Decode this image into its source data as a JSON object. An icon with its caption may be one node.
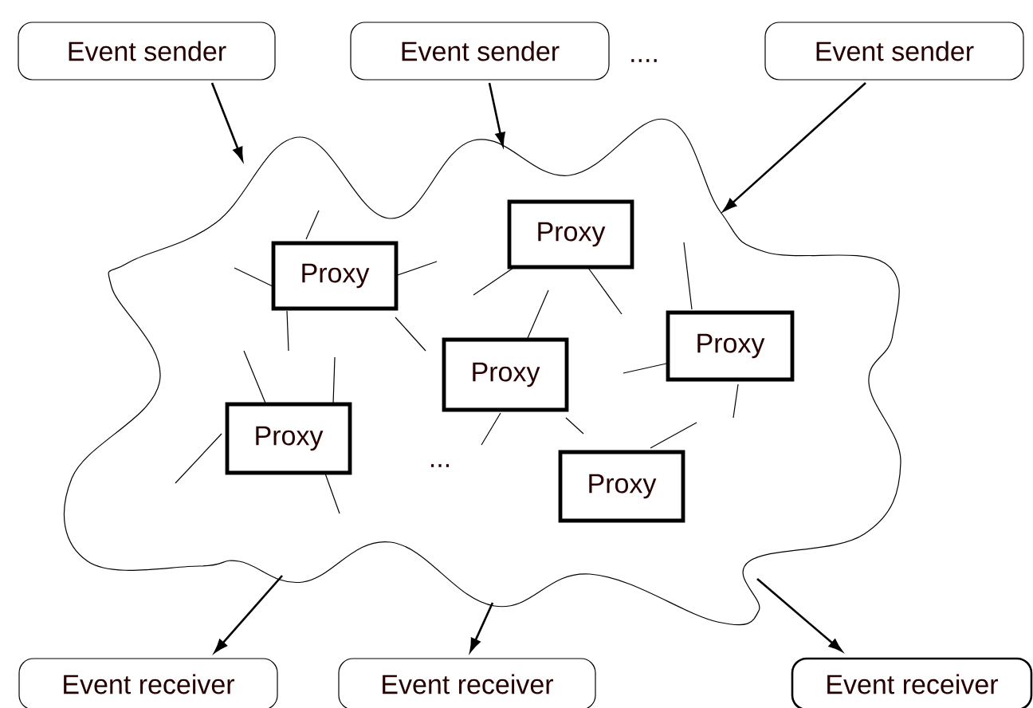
{
  "diagram": {
    "nodes": [
      {
        "text": [
          "Event sender"
        ]
      },
      {
        "text": [
          "Event sender"
        ]
      },
      {
        "text": [
          "Event sender"
        ]
      },
      {
        "text": [],
        "shape": "cloud"
      },
      {
        "text": [
          "Proxy"
        ],
        "in": 3
      },
      {
        "text": [
          "Proxy"
        ],
        "in": 3
      },
      {
        "text": [
          "Proxy"
        ],
        "in": 3
      },
      {
        "text": [
          "Proxy"
        ],
        "in": 3
      },
      {
        "text": [
          "Proxy"
        ],
        "in": 3
      },
      {
        "text": [
          "Proxy"
        ],
        "in": 3
      },
      {
        "text": [
          "Event receiver"
        ]
      },
      {
        "text": [
          "Event receiver"
        ]
      },
      {
        "text": [
          "Event receiver"
        ]
      }
    ],
    "edges": [
      {
        "from": 0,
        "to": 3,
        "arrow": "to"
      },
      {
        "from": 1,
        "to": 3,
        "arrow": "to"
      },
      {
        "from": 2,
        "to": 3,
        "arrow": "to"
      },
      {
        "from": 3,
        "to": 10,
        "arrow": "to"
      },
      {
        "from": 3,
        "to": 11,
        "arrow": "to"
      },
      {
        "from": 3,
        "to": 12,
        "arrow": "to"
      }
    ],
    "labels": [
      "....",
      "..."
    ]
  }
}
